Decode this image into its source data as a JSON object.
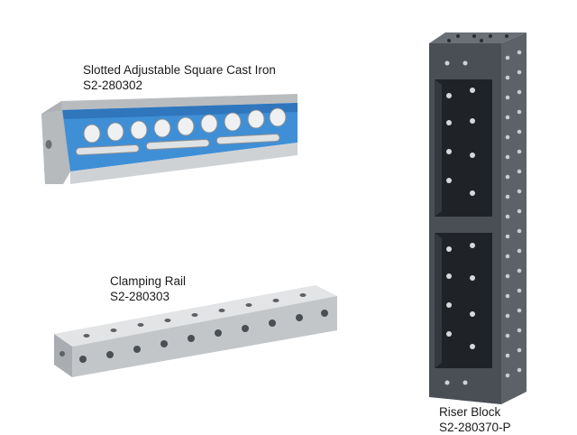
{
  "products": [
    {
      "name": "Slotted Adjustable Square Cast Iron",
      "code": "S2-280302",
      "accent": "#3f8fd6",
      "body_color": "#c4c7ca"
    },
    {
      "name": "Clamping Rail",
      "code": "S2-280303",
      "body_color": "#c8cacc"
    },
    {
      "name": "Riser Block",
      "code": "S2-280370-P",
      "body_color": "#4a4f55"
    }
  ]
}
